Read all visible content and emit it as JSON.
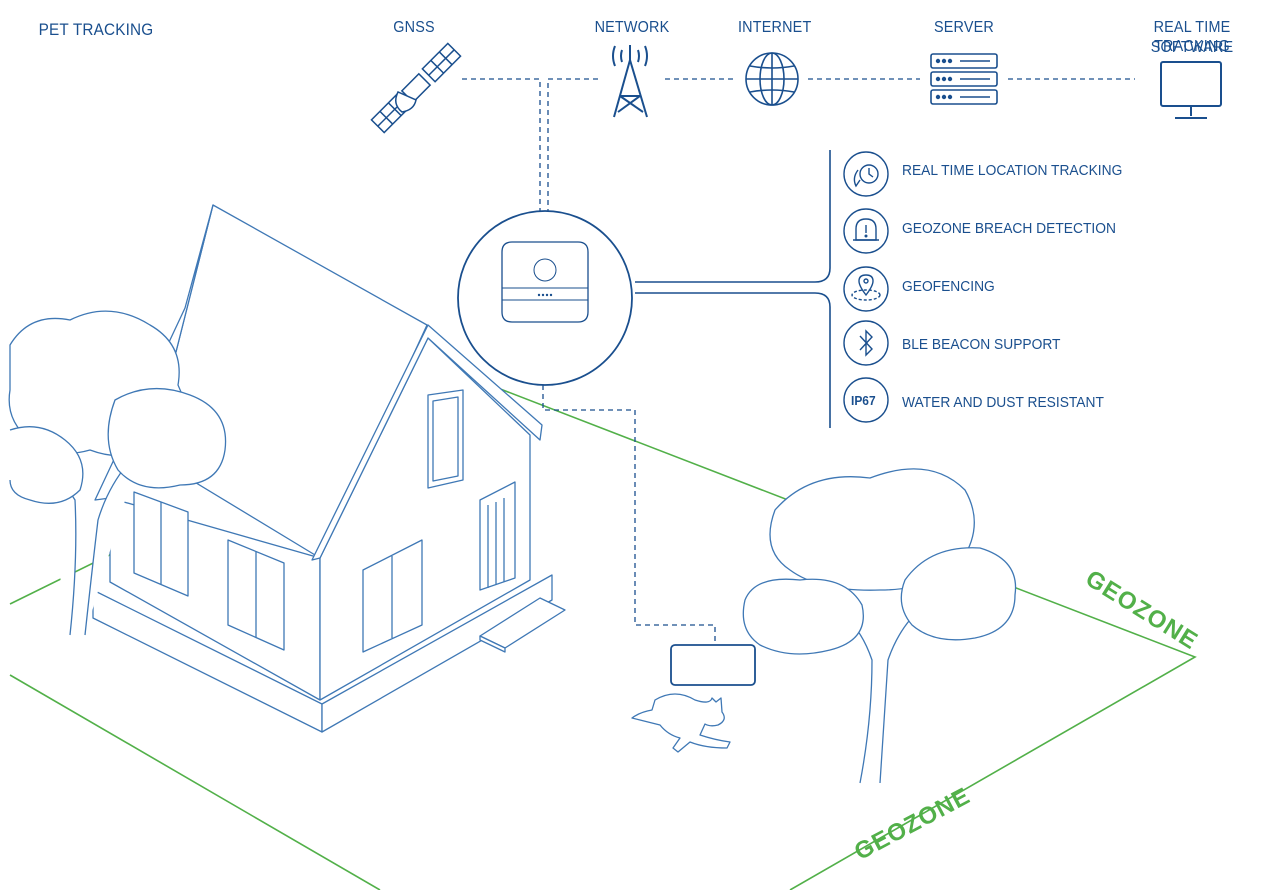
{
  "title": "PET TRACKING",
  "nodes": {
    "gnss": "GNSS",
    "network": "NETWORK",
    "internet": "INTERNET",
    "server": "SERVER",
    "software_line1": "REAL TIME TRACKING",
    "software_line2": "SOFTWARE"
  },
  "features": [
    {
      "icon": "location-clock-icon",
      "label": "REAL TIME LOCATION TRACKING"
    },
    {
      "icon": "alert-bell-icon",
      "label": "GEOZONE BREACH DETECTION"
    },
    {
      "icon": "geofence-pin-icon",
      "label": "GEOFENCING"
    },
    {
      "icon": "bluetooth-icon",
      "label": "BLE BEACON SUPPORT"
    },
    {
      "icon": "ip67-badge-icon",
      "label": "WATER AND DUST RESISTANT",
      "badge": "IP67"
    }
  ],
  "geozone_labels": [
    "GEOZONE",
    "GEOZONE"
  ],
  "colors": {
    "primary": "#1a4f8e",
    "geozone": "#52b049",
    "sketch": "#3f78b5"
  }
}
